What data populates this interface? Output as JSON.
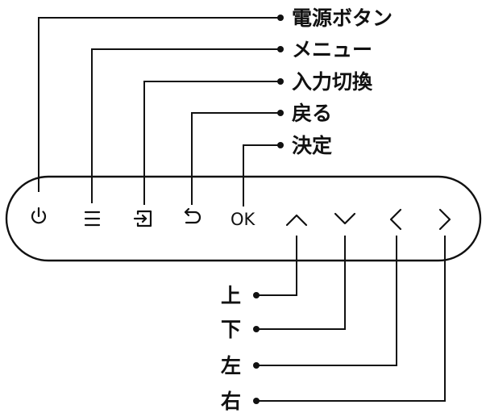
{
  "top_callouts": [
    {
      "key": "power",
      "label": "電源ボタン",
      "icon": "power-icon"
    },
    {
      "key": "menu",
      "label": "メニュー",
      "icon": "menu-icon"
    },
    {
      "key": "input",
      "label": "入力切換",
      "icon": "input-switch-icon"
    },
    {
      "key": "back",
      "label": "戻る",
      "icon": "back-icon"
    },
    {
      "key": "ok",
      "label": "決定",
      "icon": "ok-button"
    }
  ],
  "bottom_callouts": [
    {
      "key": "up",
      "label": "上",
      "icon": "chevron-up-icon"
    },
    {
      "key": "down",
      "label": "下",
      "icon": "chevron-down-icon"
    },
    {
      "key": "left",
      "label": "左",
      "icon": "chevron-left-icon"
    },
    {
      "key": "right",
      "label": "右",
      "icon": "chevron-right-icon"
    }
  ],
  "buttons": {
    "ok_text": "OK"
  },
  "colors": {
    "ink": "#111111",
    "background": "#ffffff"
  }
}
